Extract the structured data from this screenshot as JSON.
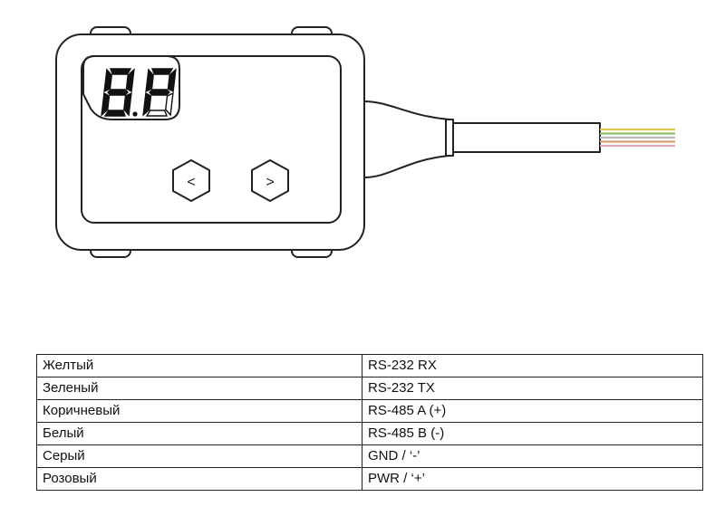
{
  "device": {
    "display_digits": [
      "8",
      "P"
    ],
    "buttons": [
      {
        "label": "<"
      },
      {
        "label": ">"
      }
    ],
    "wire_colors": [
      "#d8c84a",
      "#8fbf6a",
      "#b9b9b9",
      "#d8a070",
      "#e0a8b8"
    ]
  },
  "wiring": {
    "rows": [
      {
        "color": "Желтый",
        "signal": "RS-232 RX"
      },
      {
        "color": "Зеленый",
        "signal": "RS-232 TX"
      },
      {
        "color": "Коричневый",
        "signal": "RS-485 A (+)"
      },
      {
        "color": "Белый",
        "signal": "RS-485 B (-)"
      },
      {
        "color": "Серый",
        "signal": "GND / ‘-’"
      },
      {
        "color": "Розовый",
        "signal": "PWR / ‘+’"
      }
    ]
  }
}
